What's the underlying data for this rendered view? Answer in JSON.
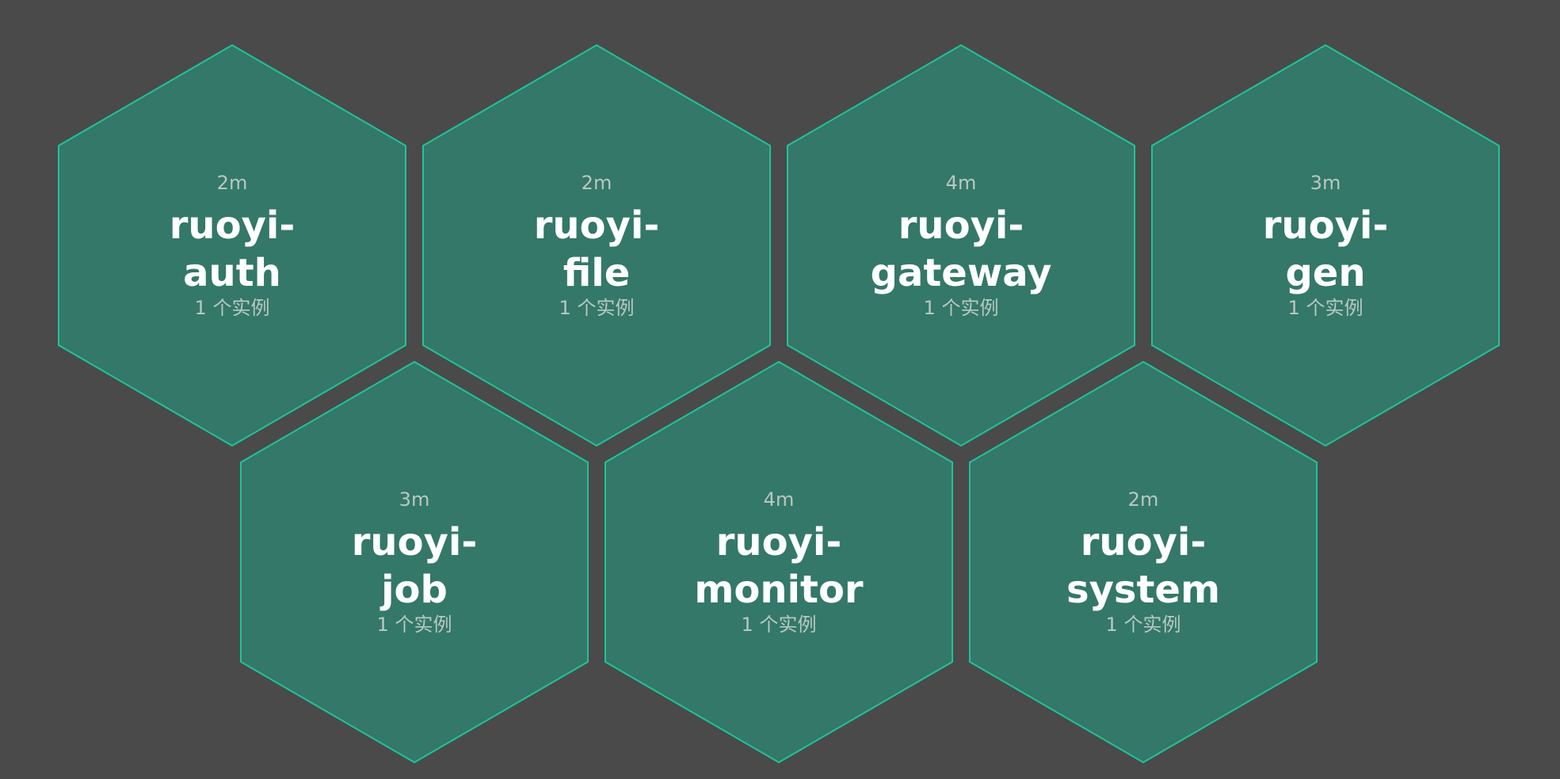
{
  "colors": {
    "background": "#4a4a4a",
    "hex_fill": "#337868",
    "hex_stroke": "#1fc49a",
    "title_text": "#ffffff",
    "meta_text": "#b9c8c3"
  },
  "services": [
    {
      "age": "2m",
      "name_line1": "ruoyi-",
      "name_line2": "auth",
      "instances": "1 个实例"
    },
    {
      "age": "2m",
      "name_line1": "ruoyi-",
      "name_line2": "file",
      "instances": "1 个实例"
    },
    {
      "age": "4m",
      "name_line1": "ruoyi-",
      "name_line2": "gateway",
      "instances": "1 个实例"
    },
    {
      "age": "3m",
      "name_line1": "ruoyi-",
      "name_line2": "gen",
      "instances": "1 个实例"
    },
    {
      "age": "3m",
      "name_line1": "ruoyi-",
      "name_line2": "job",
      "instances": "1 个实例"
    },
    {
      "age": "4m",
      "name_line1": "ruoyi-",
      "name_line2": "monitor",
      "instances": "1 个实例"
    },
    {
      "age": "2m",
      "name_line1": "ruoyi-",
      "name_line2": "system",
      "instances": "1 个实例"
    }
  ]
}
